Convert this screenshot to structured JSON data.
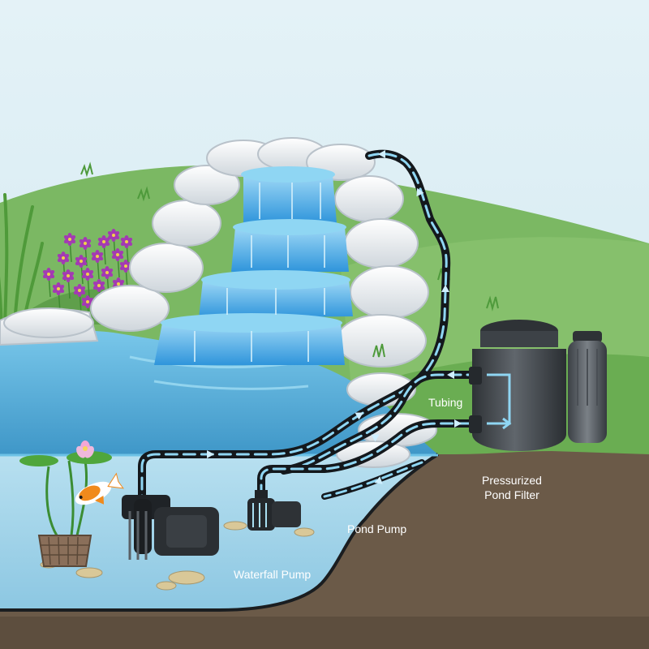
{
  "labels": {
    "tubing": "Tubing",
    "pressurized_filter_line1": "Pressurized",
    "pressurized_filter_line2": "Pond Filter",
    "pond_pump": "Pond Pump",
    "waterfall_pump": "Waterfall Pump"
  },
  "colors": {
    "sky_top": "#e4f2f7",
    "sky_bottom": "#cde6ef",
    "hill": "#7bb863",
    "hill_dark": "#5e9e48",
    "soil": "#6b5a48",
    "soil_dark": "#4f4233",
    "pond_water": "#5ab4de",
    "pond_deep": "#3f97c8",
    "underwater": "#9fd3ea",
    "rock": "#e9edf0",
    "rock_shade": "#c4ccd3",
    "waterfall": "#3aa6e6",
    "tube": "#14181c",
    "tube_flow": "#8fd6f3",
    "filter_body": "#4a4f55",
    "filter_dark": "#2e3236",
    "label_text": "#ffffff",
    "flower": "#a33ab3",
    "koi_orange": "#f08a1c"
  },
  "icons": {
    "flow_arrow": "arrow-icon",
    "flower": "flower-icon",
    "lily": "water-lily-icon",
    "fish": "koi-fish-icon"
  }
}
